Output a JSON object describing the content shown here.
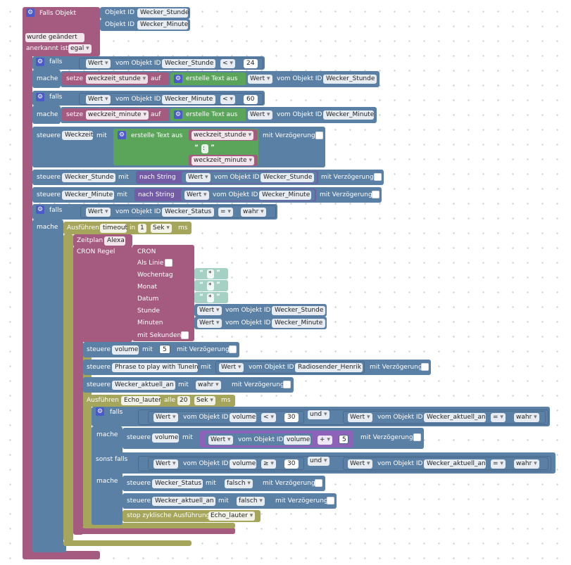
{
  "event": {
    "title": "Falls Objekt",
    "objekt_id_label": "Objekt ID",
    "ids": [
      "Wecker_Stunde",
      "Wecker_Minute"
    ],
    "changed_label": "wurde geändert",
    "acknowledged_label": "anerkannt ist",
    "acknowledged_value": "egal"
  },
  "labels": {
    "falls": "falls",
    "mache": "mache",
    "sonst_falls": "sonst falls",
    "wert": "Wert",
    "vom_objekt_id": "vom Objekt ID",
    "setze": "setze",
    "auf": "auf",
    "erstelle_text_aus": "erstelle Text aus",
    "steuere": "steuere",
    "mit": "mit",
    "mit_verzoegerung": "mit Verzögerung",
    "nach_string": "nach String",
    "ausfuehren": "Ausführen",
    "in": "in",
    "ms": "ms",
    "alle": "alle",
    "und": "und",
    "gear": "⚙"
  },
  "if_stunde": {
    "op": "<",
    "id": "Wecker_Stunde",
    "num": "24",
    "var": "weckzeit_stunde"
  },
  "if_minute": {
    "op": "<",
    "id": "Wecker_Minute",
    "num": "60",
    "var": "weckzeit_minute"
  },
  "weckzeit": {
    "target": "Weckzeit",
    "var1": "weckzeit_stunde",
    "sep": ":",
    "var2": "weckzeit_minute"
  },
  "ctrl_stunde": {
    "target": "Wecker_Stunde",
    "id": "Wecker_Stunde"
  },
  "ctrl_minute": {
    "target": "Wecker_Minute",
    "id": "Wecker_Minute"
  },
  "if_status": {
    "id": "Wecker_Status",
    "op": "=",
    "value": "wahr"
  },
  "timeout": {
    "name": "timeout",
    "num": "1",
    "unit": "Sek"
  },
  "schedule": {
    "zeitplan_label": "Zeitplan",
    "name": "Alexa",
    "cron_regel_label": "CRON Regel",
    "cron_label": "CRON",
    "als_linie": "Als Linie",
    "wochentag": "Wochentag",
    "monat": "Monat",
    "datum": "Datum",
    "stunde": "Stunde",
    "minuten": "Minuten",
    "mit_sekunden": "mit Sekunden",
    "star": "*",
    "stunde_id": "Wecker_Stunde",
    "minute_id": "Wecker_Minute"
  },
  "ctrl_volume": {
    "target": "volume",
    "num": "5"
  },
  "ctrl_phrase": {
    "target": "Phrase to play with TuneIn",
    "id": "Radiosender_Henrik"
  },
  "ctrl_aktuell": {
    "target": "Wecker_aktuell_an",
    "value": "wahr"
  },
  "interval": {
    "name": "Echo_lauter",
    "num": "20",
    "unit": "Sek"
  },
  "inner_if1": {
    "id": "volume",
    "op": "<",
    "num": "30",
    "id2": "Wecker_aktuell_an",
    "op2": "=",
    "value2": "wahr"
  },
  "inner_do1": {
    "target": "volume",
    "id": "volume",
    "op": "+",
    "num": "5"
  },
  "inner_if2": {
    "id": "volume",
    "op": "≥",
    "num": "30",
    "id2": "Wecker_aktuell_an",
    "op2": "=",
    "value2": "wahr"
  },
  "inner_do2a": {
    "target": "Wecker_Status",
    "value": "falsch"
  },
  "inner_do2b": {
    "target": "Wecker_aktuell_an",
    "value": "falsch"
  },
  "stop": {
    "label": "stop zyklische Ausführung",
    "name": "Echo_lauter"
  }
}
